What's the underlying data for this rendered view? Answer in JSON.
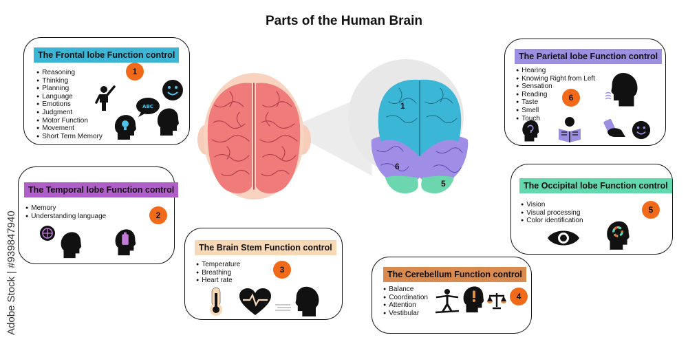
{
  "title": "Parts of the Human Brain",
  "watermark": "Adobe Stock | #939847940",
  "brain_numbers": [
    "1",
    "6",
    "5"
  ],
  "colors": {
    "frontal": "#3db6d6",
    "temporal": "#b05ec7",
    "brainstem": "#f7d9b8",
    "cerebellum": "#d98a4f",
    "parietal": "#9c8ee0",
    "occipital": "#63d7ad",
    "badge": "#f06a1a"
  },
  "cards": {
    "frontal": {
      "header": "The Frontal lobe Function control",
      "number": "1",
      "items": [
        "Reasoning",
        "Thinking",
        "Planning",
        "Language",
        "Emotions",
        "Judgment",
        "Motor Function",
        "Movement",
        "Short Term Memory"
      ],
      "icons": [
        "person-raising-hand-icon",
        "smiley-face-icon",
        "abc-speech-bubble-icon",
        "head-lightbulb-icon",
        "head-profile-icon"
      ]
    },
    "temporal": {
      "header": "The Temporal lobe Function control",
      "number": "2",
      "items": [
        "Memory",
        "Understanding language"
      ],
      "icons": [
        "head-globe-icon",
        "head-profile-icon",
        "head-battery-icon"
      ]
    },
    "brainstem": {
      "header": "The Brain Stem Function control",
      "number": "3",
      "items": [
        "Temperature",
        "Breathing",
        "Heart rate"
      ],
      "icons": [
        "thermometer-icon",
        "heart-rate-icon",
        "head-breathing-icon"
      ]
    },
    "cerebellum": {
      "header": "The Cerebellum Function control",
      "number": "4",
      "items": [
        "Balance",
        "Coordination",
        "Attention",
        "Vestibular"
      ],
      "icons": [
        "tightrope-walker-icon",
        "head-exclamation-icon",
        "balance-scale-icon"
      ]
    },
    "parietal": {
      "header": "The Parietal lobe Function control",
      "number": "6",
      "items": [
        "Hearing",
        "Knowing Right from Left",
        "Sensation",
        "Reading",
        "Taste",
        "Smell",
        "Touch"
      ],
      "icons": [
        "head-smell-icon",
        "head-hearing-icon",
        "person-reading-icon",
        "hand-phone-icon",
        "smiley-face-icon"
      ]
    },
    "occipital": {
      "header": "The Occipital lobe Function control",
      "number": "5",
      "items": [
        "Vision",
        "Visual processing",
        "Color identification"
      ],
      "icons": [
        "eye-icon",
        "head-color-wheel-icon"
      ]
    }
  }
}
